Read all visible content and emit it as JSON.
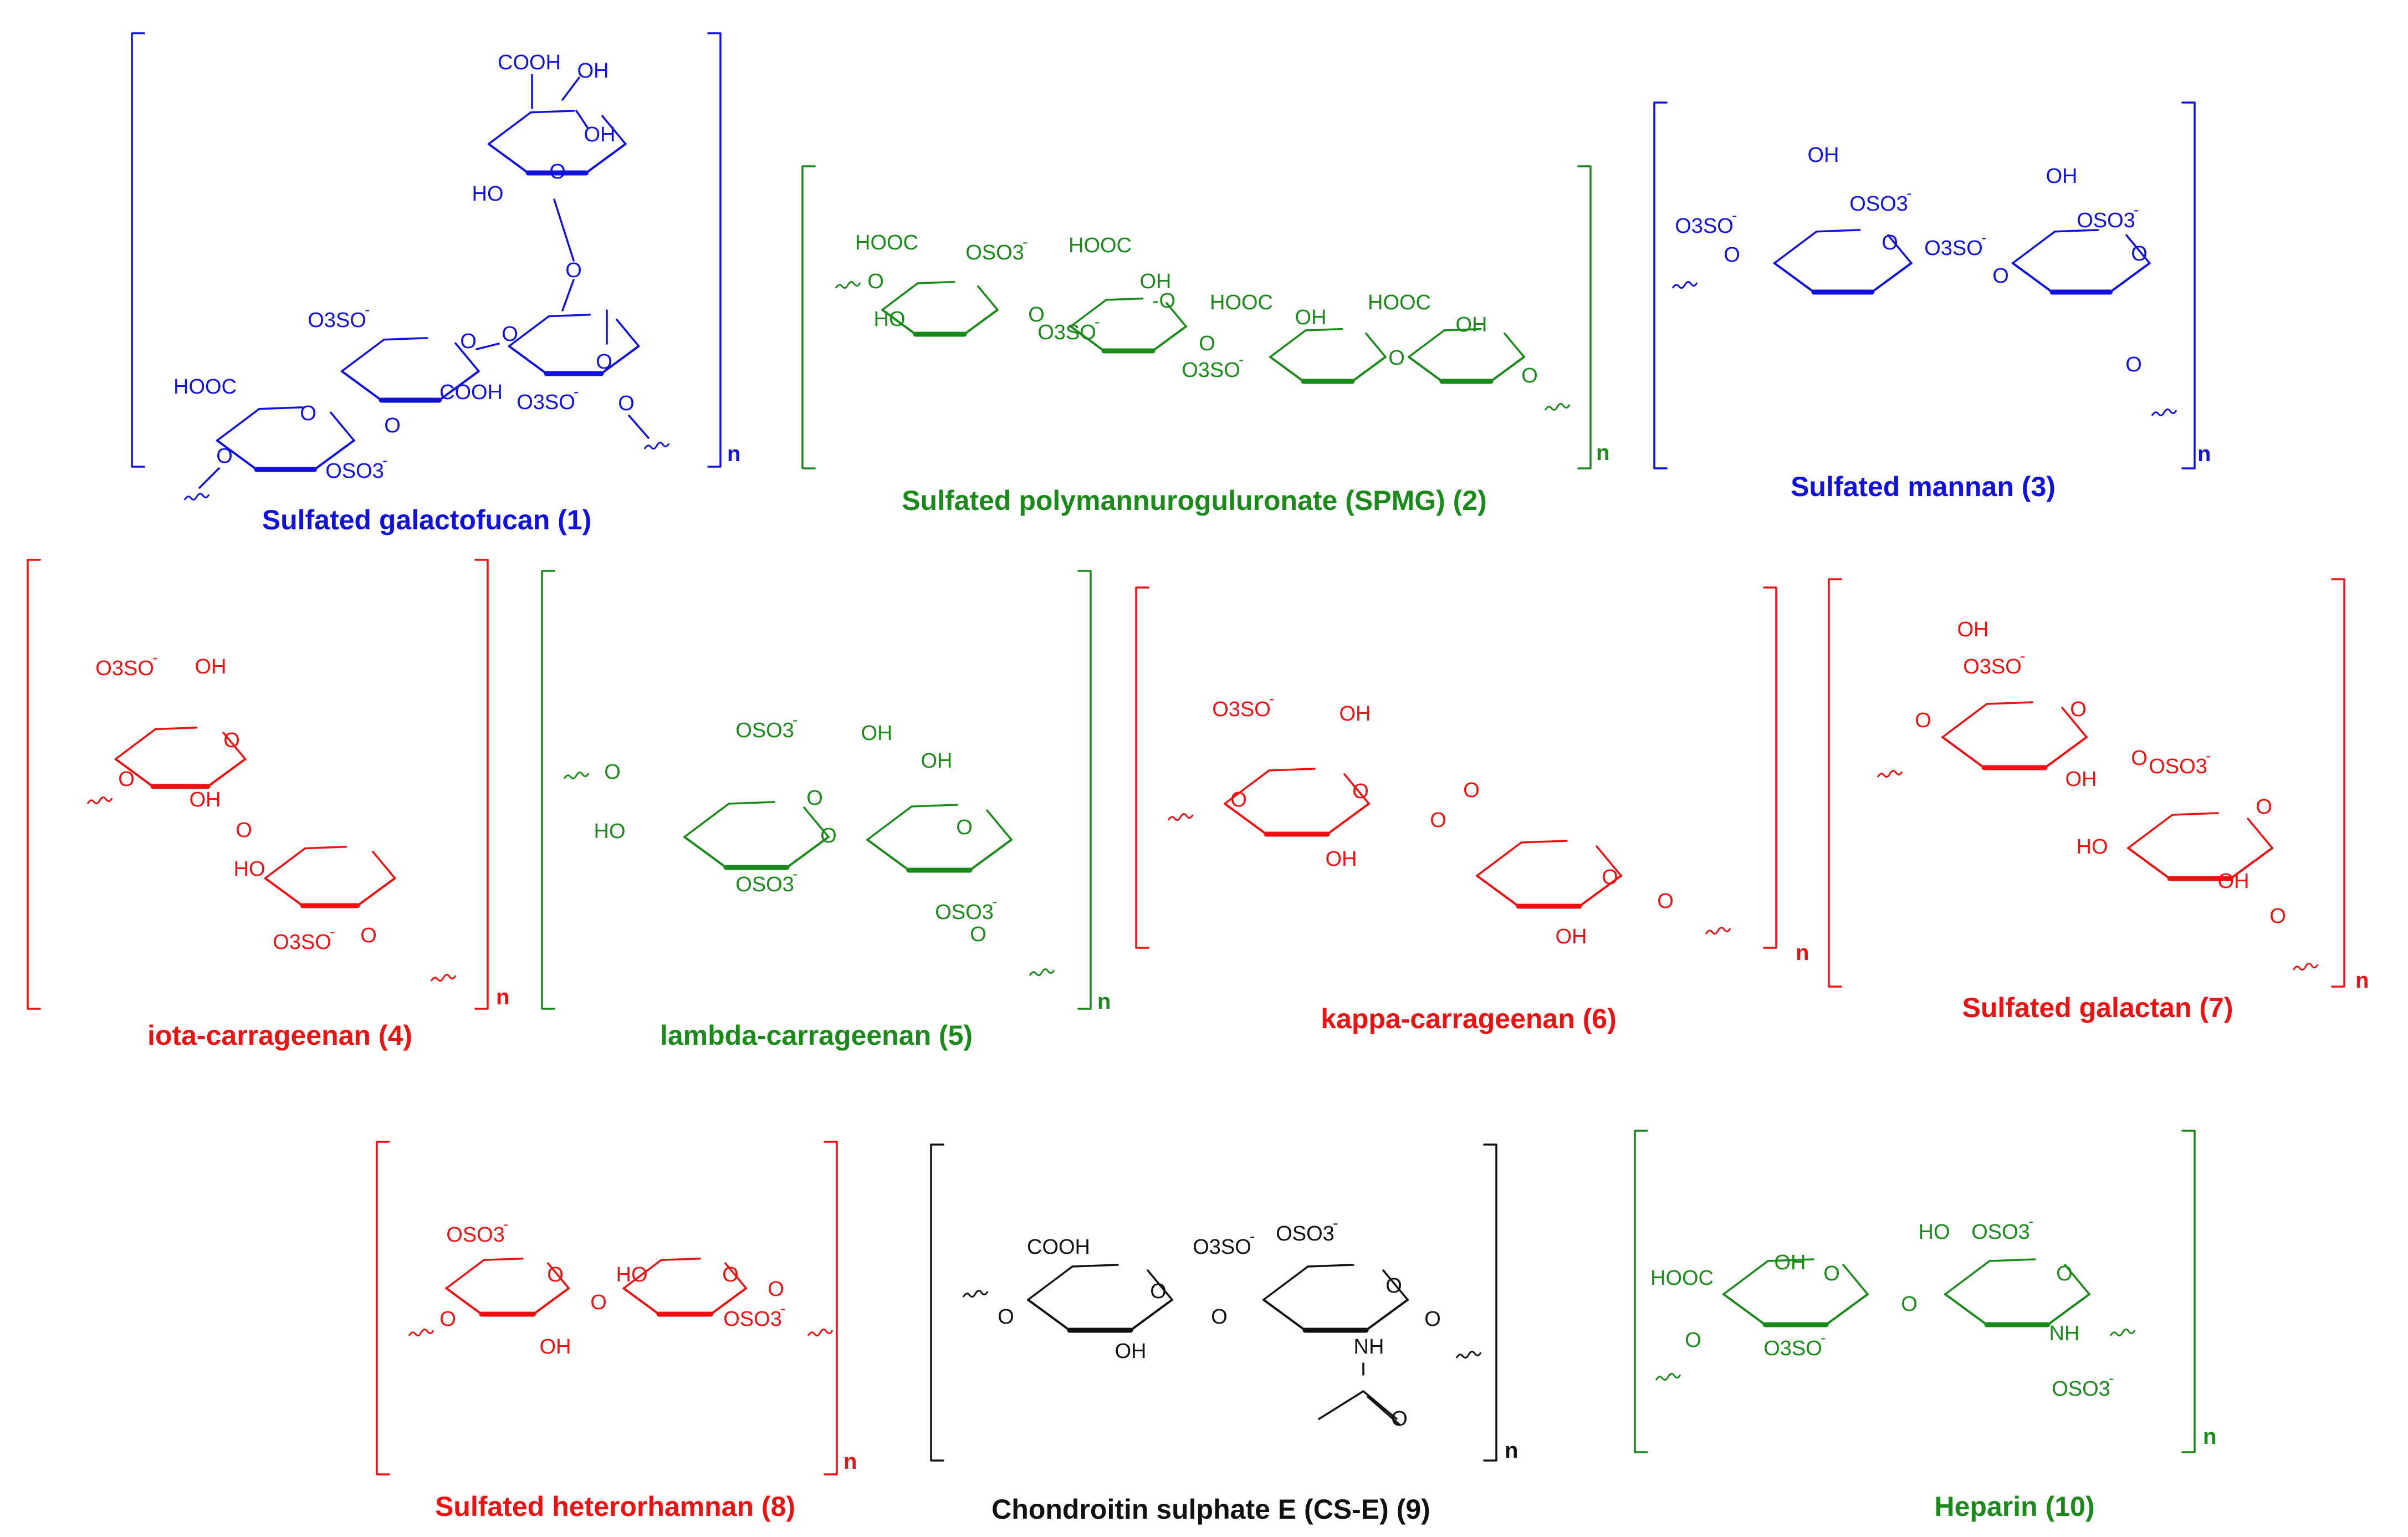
{
  "colors": {
    "blue": "#1010e0",
    "green": "#1a8a1a",
    "red": "#ee1111",
    "black": "#111111"
  },
  "structures": [
    {
      "id": "s1",
      "name": "Sulfated galactofucan (1)",
      "color": "blue",
      "repeat": "n",
      "labels": [
        "COOH",
        "OH",
        "OH",
        "HO",
        "O",
        "O",
        "O",
        "O",
        "O",
        "O",
        "HOOC",
        "COOH",
        "O",
        "O",
        "O",
        "O",
        "O"
      ],
      "sulfates": [
        "O3SO",
        "OSO3",
        "O3SO"
      ]
    },
    {
      "id": "s2",
      "name": "Sulfated polymannuroguluronate (SPMG) (2)",
      "color": "green",
      "repeat": "n",
      "labels": [
        "HOOC",
        "HOOC",
        "OH",
        "-O",
        "HOOC",
        "OH",
        "HOOC",
        "OH",
        "HO",
        "O",
        "O",
        "O",
        "O",
        "O",
        "O",
        "O",
        "O"
      ],
      "sulfates": [
        "OSO3",
        "O3SO",
        "O3SO"
      ]
    },
    {
      "id": "s3",
      "name": "Sulfated mannan (3)",
      "color": "blue",
      "repeat": "n",
      "labels": [
        "OH",
        "OH",
        "O",
        "O",
        "O",
        "O",
        "O",
        "O"
      ],
      "sulfates": [
        "O3SO",
        "OSO3",
        "O3SO",
        "OSO3"
      ]
    },
    {
      "id": "s4",
      "name": "iota-carrageenan (4)",
      "color": "red",
      "repeat": "n",
      "labels": [
        "OH",
        "OH",
        "HO",
        "O",
        "O",
        "O",
        "O",
        "O"
      ],
      "sulfates": [
        "O3SO",
        "O3SO"
      ]
    },
    {
      "id": "s5",
      "name": "lambda-carrageenan (5)",
      "color": "green",
      "repeat": "n",
      "labels": [
        "OH",
        "OH",
        "HO",
        "O",
        "O",
        "O",
        "O",
        "O"
      ],
      "sulfates": [
        "OSO3",
        "OSO3",
        "OSO3"
      ]
    },
    {
      "id": "s6",
      "name": "kappa-carrageenan (6)",
      "color": "red",
      "repeat": "n",
      "labels": [
        "OH",
        "OH",
        "OH",
        "O",
        "O",
        "O",
        "O",
        "O",
        "O"
      ],
      "sulfates": [
        "O3SO"
      ]
    },
    {
      "id": "s7",
      "name": "Sulfated galactan (7)",
      "color": "red",
      "repeat": "n",
      "labels": [
        "OH",
        "OH",
        "HO",
        "OH",
        "O",
        "O",
        "O",
        "O",
        "O"
      ],
      "sulfates": [
        "O3SO",
        "OSO3"
      ]
    },
    {
      "id": "s8",
      "name": "Sulfated heterorhamnan (8)",
      "color": "red",
      "repeat": "n",
      "labels": [
        "HO",
        "OH",
        "O",
        "O",
        "O",
        "O",
        "O"
      ],
      "sulfates": [
        "OSO3",
        "OSO3"
      ]
    },
    {
      "id": "s9",
      "name": "Chondroitin sulphate E (CS-E) (9)",
      "color": "black",
      "repeat": "n",
      "labels": [
        "COOH",
        "OH",
        "NH",
        "O",
        "O",
        "O",
        "O",
        "O",
        "O"
      ],
      "sulfates": [
        "O3SO",
        "OSO3"
      ]
    },
    {
      "id": "s10",
      "name": "Heparin (10)",
      "color": "green",
      "repeat": "n",
      "labels": [
        "HOOC",
        "OH",
        "HO",
        "NH",
        "O",
        "O",
        "O",
        "O"
      ],
      "sulfates": [
        "OSO3",
        "O3SO",
        "OSO3"
      ]
    }
  ]
}
